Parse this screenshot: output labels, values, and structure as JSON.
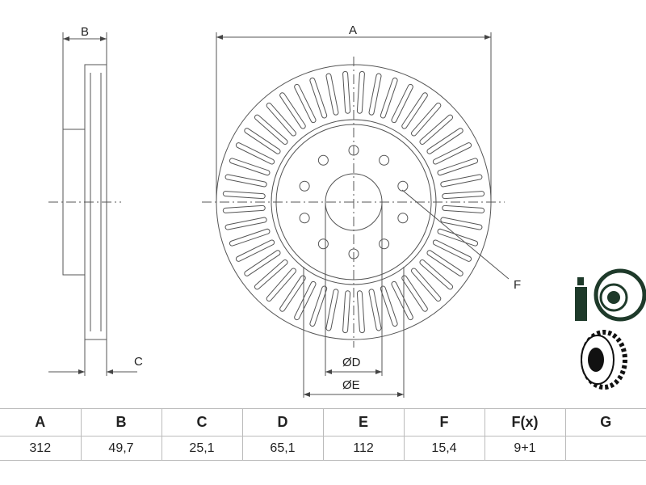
{
  "labels": {
    "A": "A",
    "B": "B",
    "C": "C",
    "F": "F",
    "D": "ØD",
    "E": "ØE"
  },
  "icons": [
    "spray-coated-disc-icon",
    "ventilated-disc-icon"
  ],
  "table": {
    "headers": [
      "A",
      "B",
      "C",
      "D",
      "E",
      "F",
      "F(x)",
      "G"
    ],
    "values": [
      "312",
      "49,7",
      "25,1",
      "65,1",
      "112",
      "15,4",
      "9+1",
      ""
    ]
  },
  "colors": {
    "line": "#555555",
    "icon": "#1e3a2a"
  }
}
